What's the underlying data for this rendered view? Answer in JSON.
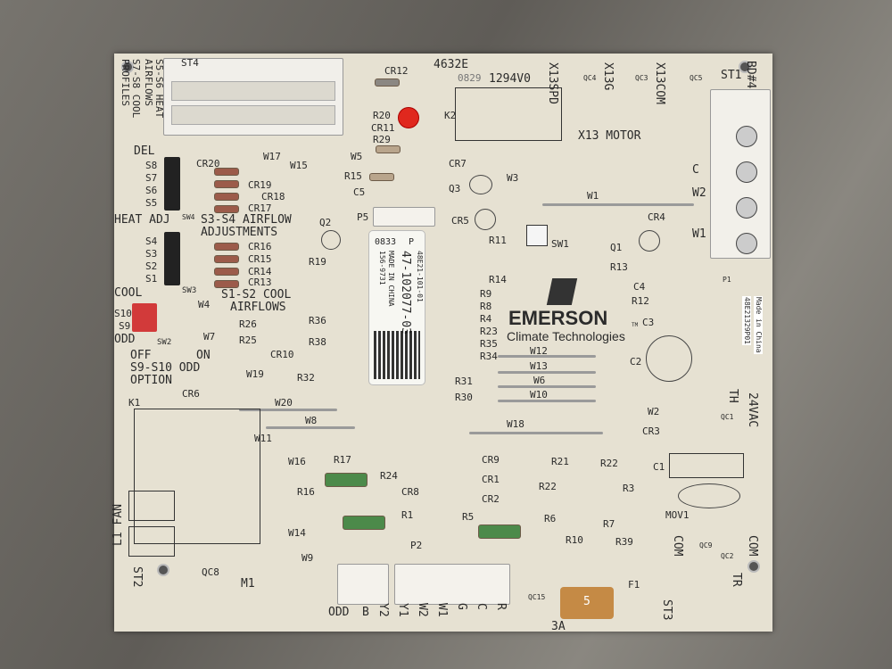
{
  "board": {
    "part_code": "4632E",
    "date_code": "0829",
    "rev_code": "1294V0",
    "bd": "BD#4",
    "headers": {
      "st1": "ST1",
      "st2": "ST2",
      "st3": "ST3",
      "st4": "ST4",
      "p1": "P1",
      "p2": "P2",
      "p5": "P5"
    },
    "motor_terms": [
      "X13SPD",
      "X13G",
      "X13COM"
    ],
    "motor_label": "X13 MOTOR",
    "qc_labels": [
      "QC4",
      "QC3",
      "QC5",
      "QC8",
      "QC15",
      "QC9",
      "QC2",
      "QC1"
    ],
    "dip_notes": {
      "heat_airflows": "S5-S6 HEAT AIRFLOWS",
      "cool_profiles": "S7-S8 COOL PROFILES",
      "del": "DEL",
      "heat_adj": "HEAT ADJ",
      "cool": "COOL",
      "odd": "ODD",
      "off": "OFF",
      "on": "ON",
      "s3s4_1": "S3-S4 AIRFLOW",
      "s3s4_2": "ADJUSTMENTS",
      "s1s2_1": "S1-S2 COOL",
      "s1s2_2": "AIRFLOWS",
      "s9s10_1": "S9-S10 ODD",
      "s9s10_2": "OPTION",
      "switches": [
        "S8",
        "S7",
        "S6",
        "S5",
        "S4",
        "S3",
        "S2",
        "S1",
        "S10",
        "S9"
      ],
      "sw": [
        "SW4",
        "SW3",
        "SW2",
        "SW1"
      ]
    },
    "components": {
      "cr": [
        "CR12",
        "CR11",
        "CR20",
        "CR19",
        "CR18",
        "CR17",
        "CR16",
        "CR15",
        "CR14",
        "CR13",
        "CR7",
        "CR5",
        "CR4",
        "CR3",
        "CR9",
        "CR1",
        "CR2",
        "CR8",
        "CR10",
        "CR6"
      ],
      "r": [
        "R20",
        "R29",
        "R15",
        "R19",
        "R11",
        "R14",
        "R13",
        "R12",
        "R9",
        "R8",
        "R4",
        "R23",
        "R35",
        "R34",
        "R26",
        "R25",
        "R36",
        "R38",
        "R32",
        "R31",
        "R30",
        "R21",
        "R22",
        "R3",
        "R7",
        "R39",
        "R6",
        "R10",
        "R5",
        "R17",
        "R24",
        "R16",
        "R1"
      ],
      "w": [
        "W17",
        "W15",
        "W5",
        "W3",
        "W1",
        "W4",
        "W7",
        "W19",
        "W20",
        "W8",
        "W11",
        "W16",
        "W12",
        "W13",
        "W6",
        "W10",
        "W2",
        "W18",
        "W14",
        "W9"
      ],
      "other": [
        "K1",
        "K2",
        "Q1",
        "Q2",
        "Q3",
        "C1",
        "C2",
        "C3",
        "C4",
        "C5",
        "MOV1",
        "M1",
        "F1"
      ]
    },
    "right_terms": [
      "C",
      "W2",
      "W1"
    ],
    "power": {
      "th": "TH",
      "vac": "24VAC",
      "com1": "COM",
      "com2": "COM",
      "tr": "TR"
    },
    "fan": "L1 FAN",
    "bottom_terms": [
      "ODD",
      "B",
      "Y2",
      "Y1",
      "W2",
      "W1",
      "G",
      "C",
      "R"
    ],
    "fuse": {
      "rating": "3A",
      "label": "5"
    },
    "side_text": "Made in China",
    "side_code": "48E21329P01"
  },
  "logo": {
    "brand": "EMERSON",
    "tm": "TM",
    "sub": "Climate Technologies"
  },
  "sticker": {
    "line1": "0833",
    "line1b": "P",
    "code": "48E21-101-01",
    "part": "47-102077-03",
    "made": "MADE IN CHINA",
    "num": "156-9731"
  }
}
